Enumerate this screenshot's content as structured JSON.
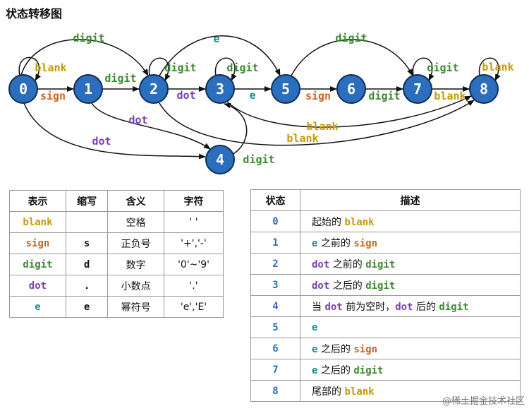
{
  "title": "状态转移图",
  "colors": {
    "blank": "#c59a00",
    "sign": "#d4631b",
    "digit": "#3c8a2e",
    "dot": "#7a3fb0",
    "e": "#178f8f",
    "state": "#2a6ebd"
  },
  "diagram": {
    "states": [
      "0",
      "1",
      "2",
      "3",
      "4",
      "5",
      "6",
      "7",
      "8"
    ],
    "edges": [
      {
        "from": "0",
        "to": "0",
        "label": "blank",
        "kind": "blank"
      },
      {
        "from": "0",
        "to": "1",
        "label": "sign",
        "kind": "sign"
      },
      {
        "from": "0",
        "to": "2",
        "label": "digit",
        "kind": "digit"
      },
      {
        "from": "0",
        "to": "4",
        "label": "dot",
        "kind": "dot"
      },
      {
        "from": "1",
        "to": "2",
        "label": "digit",
        "kind": "digit"
      },
      {
        "from": "1",
        "to": "4",
        "label": "dot",
        "kind": "dot"
      },
      {
        "from": "2",
        "to": "2",
        "label": "digit",
        "kind": "digit"
      },
      {
        "from": "2",
        "to": "3",
        "label": "dot",
        "kind": "dot"
      },
      {
        "from": "2",
        "to": "5",
        "label": "e",
        "kind": "e"
      },
      {
        "from": "2",
        "to": "8",
        "label": "blank",
        "kind": "blank"
      },
      {
        "from": "3",
        "to": "3",
        "label": "digit",
        "kind": "digit"
      },
      {
        "from": "3",
        "to": "5",
        "label": "e",
        "kind": "e"
      },
      {
        "from": "3",
        "to": "8",
        "label": "blank",
        "kind": "blank"
      },
      {
        "from": "4",
        "to": "3",
        "label": "digit",
        "kind": "digit"
      },
      {
        "from": "5",
        "to": "6",
        "label": "sign",
        "kind": "sign"
      },
      {
        "from": "5",
        "to": "7",
        "label": "digit",
        "kind": "digit"
      },
      {
        "from": "6",
        "to": "7",
        "label": "digit",
        "kind": "digit"
      },
      {
        "from": "7",
        "to": "7",
        "label": "digit",
        "kind": "digit"
      },
      {
        "from": "7",
        "to": "8",
        "label": "blank",
        "kind": "blank"
      },
      {
        "from": "8",
        "to": "8",
        "label": "blank",
        "kind": "blank"
      }
    ]
  },
  "symbols_table": {
    "headers": [
      "表示",
      "缩写",
      "含义",
      "字符"
    ],
    "rows": [
      {
        "name": "blank",
        "abbr": "",
        "meaning": "空格",
        "chars": "' '",
        "kind": "blank"
      },
      {
        "name": "sign",
        "abbr": "s",
        "meaning": "正负号",
        "chars": "'+','-'",
        "kind": "sign"
      },
      {
        "name": "digit",
        "abbr": "d",
        "meaning": "数字",
        "chars": "'0'~'9'",
        "kind": "digit"
      },
      {
        "name": "dot",
        "abbr": ".",
        "meaning": "小数点",
        "chars": "'.'",
        "kind": "dot"
      },
      {
        "name": "e",
        "abbr": "e",
        "meaning": "幂符号",
        "chars": "'e','E'",
        "kind": "e"
      }
    ]
  },
  "states_table": {
    "headers": [
      "状态",
      "描述"
    ],
    "rows": [
      {
        "state": "0",
        "parts": [
          {
            "t": "起始的 ",
            "k": ""
          },
          {
            "t": "blank",
            "k": "blank"
          }
        ]
      },
      {
        "state": "1",
        "parts": [
          {
            "t": "e",
            "k": "e"
          },
          {
            "t": " 之前的 ",
            "k": ""
          },
          {
            "t": "sign",
            "k": "sign"
          }
        ]
      },
      {
        "state": "2",
        "parts": [
          {
            "t": "dot",
            "k": "dot"
          },
          {
            "t": " 之前的 ",
            "k": ""
          },
          {
            "t": "digit",
            "k": "digit"
          }
        ]
      },
      {
        "state": "3",
        "parts": [
          {
            "t": "dot",
            "k": "dot"
          },
          {
            "t": " 之后的 ",
            "k": ""
          },
          {
            "t": "digit",
            "k": "digit"
          }
        ]
      },
      {
        "state": "4",
        "parts": [
          {
            "t": "当 ",
            "k": ""
          },
          {
            "t": "dot",
            "k": "dot"
          },
          {
            "t": " 前为空时，",
            "k": ""
          },
          {
            "t": "dot",
            "k": "dot"
          },
          {
            "t": " 后的 ",
            "k": ""
          },
          {
            "t": "digit",
            "k": "digit"
          }
        ]
      },
      {
        "state": "5",
        "parts": [
          {
            "t": "e",
            "k": "e"
          }
        ]
      },
      {
        "state": "6",
        "parts": [
          {
            "t": "e",
            "k": "e"
          },
          {
            "t": " 之后的 ",
            "k": ""
          },
          {
            "t": "sign",
            "k": "sign"
          }
        ]
      },
      {
        "state": "7",
        "parts": [
          {
            "t": "e",
            "k": "e"
          },
          {
            "t": " 之后的 ",
            "k": ""
          },
          {
            "t": "digit",
            "k": "digit"
          }
        ]
      },
      {
        "state": "8",
        "parts": [
          {
            "t": "尾部的 ",
            "k": ""
          },
          {
            "t": "blank",
            "k": "blank"
          }
        ]
      }
    ]
  },
  "watermark": "@稀土掘金技术社区"
}
